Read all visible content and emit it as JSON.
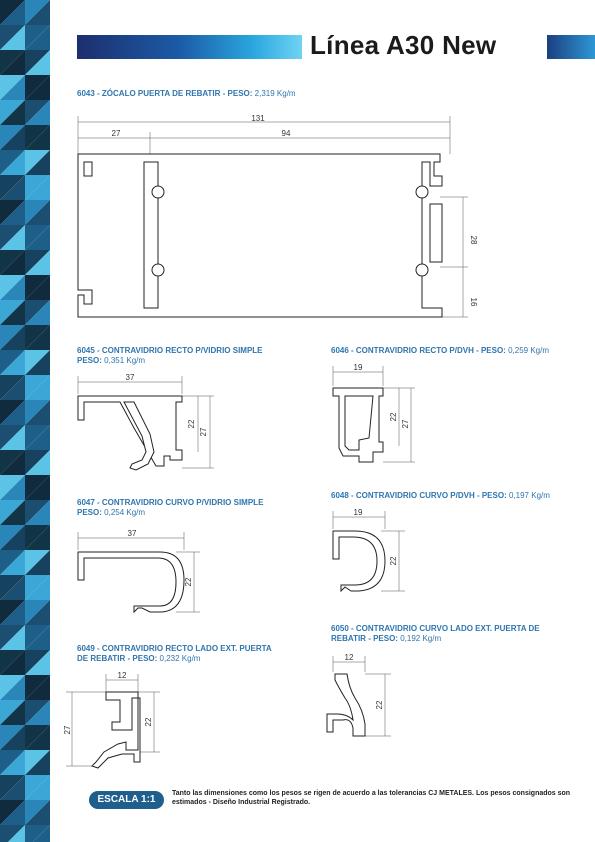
{
  "header": {
    "title": "Línea A30 New"
  },
  "colors": {
    "accent": "#1f5f8e",
    "gradient_dark": "#1d2f6e",
    "gradient_light": "#6fd3f3"
  },
  "profiles": [
    {
      "code": "6043",
      "name": "ZÓCALO PUERTA DE REBATIR",
      "weight_label": "PESO:",
      "weight": "2,319 Kg/m",
      "dims": [
        "131",
        "27",
        "94",
        "28",
        "16"
      ]
    },
    {
      "code": "6045",
      "name": "CONTRAVIDRIO RECTO P/VIDRIO SIMPLE",
      "weight_label": "PESO:",
      "weight": "0,351 Kg/m",
      "dims": [
        "37",
        "22",
        "27"
      ]
    },
    {
      "code": "6046",
      "name": "CONTRAVIDRIO RECTO P/DVH",
      "weight_label": "PESO:",
      "weight": "0,259 Kg/m",
      "dims": [
        "19",
        "22",
        "27"
      ]
    },
    {
      "code": "6047",
      "name": "CONTRAVIDRIO CURVO P/VIDRIO SIMPLE",
      "weight_label": "PESO:",
      "weight": "0,254 Kg/m",
      "dims": [
        "37",
        "22"
      ]
    },
    {
      "code": "6048",
      "name": "CONTRAVIDRIO CURVO P/DVH",
      "weight_label": "PESO:",
      "weight": "0,197 Kg/m",
      "dims": [
        "19",
        "22"
      ]
    },
    {
      "code": "6049",
      "name_line1": "CONTRAVIDRIO RECTO LADO EXT. PUERTA",
      "name_line2": "DE REBATIR",
      "weight_label": "PESO:",
      "weight": "0,232 Kg/m",
      "dims": [
        "12",
        "22",
        "27"
      ]
    },
    {
      "code": "6050",
      "name_line1": "CONTRAVIDRIO CURVO LADO EXT. PUERTA DE",
      "name_line2": "REBATIR",
      "weight_label": "PESO:",
      "weight": "0,192 Kg/m",
      "dims": [
        "12",
        "22"
      ]
    }
  ],
  "sep": " - ",
  "footer": {
    "scale": "ESCALA 1:1",
    "note": "Tanto las dimensiones como los pesos se rigen de acuerdo a las tolerancias CJ METALES. Los pesos consignados son estimados - Diseño Industrial Registrado."
  }
}
